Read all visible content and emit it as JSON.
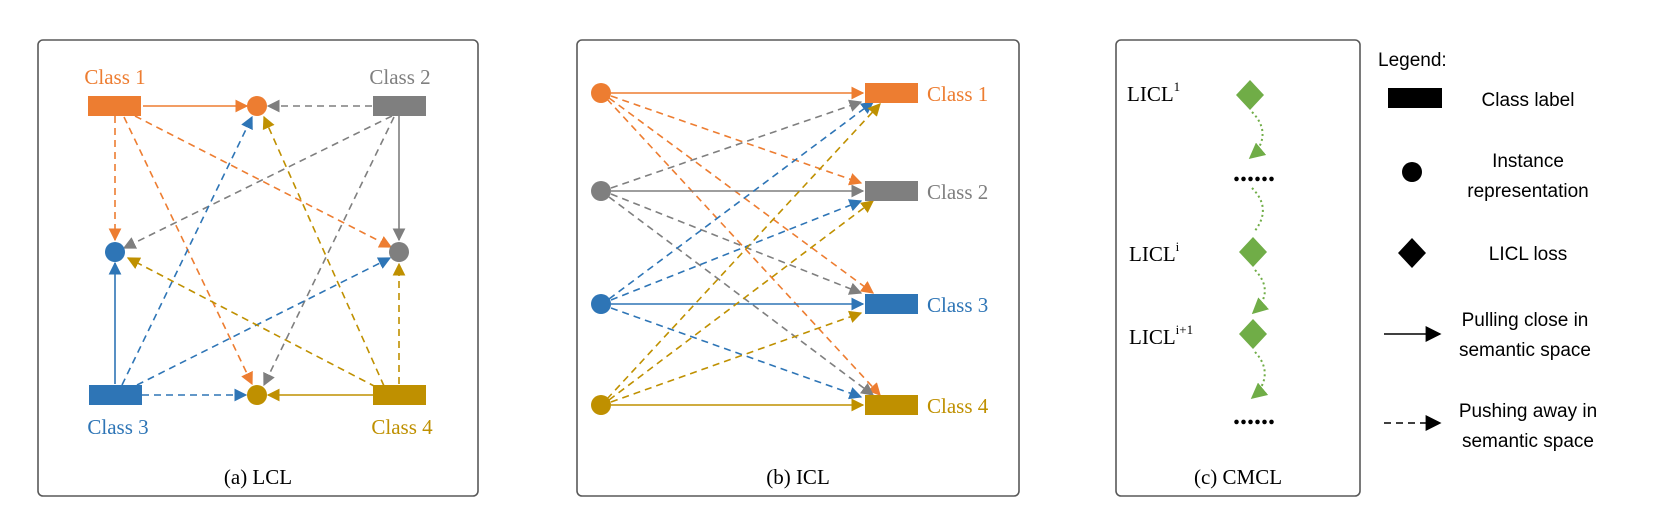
{
  "colors": {
    "class1": "#ED7D31",
    "class2": "#7F7F7F",
    "class3": "#2E75B6",
    "class4": "#BF9000",
    "licl": "#70AD47",
    "frame": "#595959",
    "text": "#000000"
  },
  "panels": {
    "lcl": {
      "caption": "(a) LCL",
      "class_labels": [
        "Class 1",
        "Class 2",
        "Class 3",
        "Class 4"
      ]
    },
    "icl": {
      "caption": "(b) ICL",
      "class_labels": [
        "Class 1",
        "Class 2",
        "Class 3",
        "Class 4"
      ]
    },
    "cmcl": {
      "caption": "(c) CMCL",
      "steps": [
        {
          "base": "LICL",
          "sup": "1"
        },
        {
          "base": "LICL",
          "sup": "i"
        },
        {
          "base": "LICL",
          "sup": "i+1"
        }
      ],
      "ellipsis": "......"
    }
  },
  "legend": {
    "title": "Legend:",
    "items": [
      {
        "icon": "rect-icon",
        "lines": [
          "Class label"
        ]
      },
      {
        "icon": "circle-icon",
        "lines": [
          "Instance",
          "representation"
        ]
      },
      {
        "icon": "diamond-icon",
        "lines": [
          "LICL loss"
        ]
      },
      {
        "icon": "solid-arrow-icon",
        "lines": [
          "Pulling close in",
          "semantic space"
        ]
      },
      {
        "icon": "dashed-arrow-icon",
        "lines": [
          "Pushing away in",
          "semantic space"
        ]
      }
    ]
  }
}
